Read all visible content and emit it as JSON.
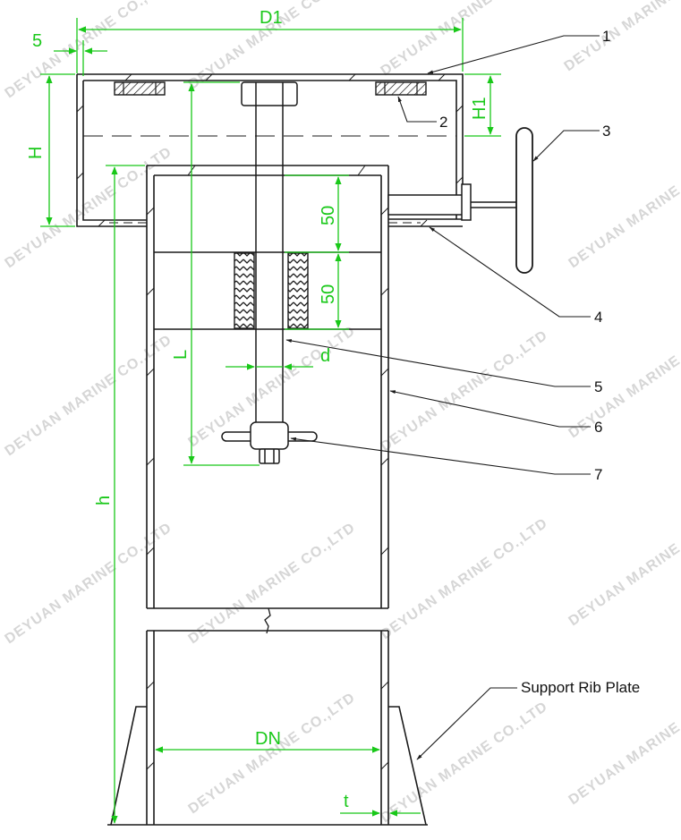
{
  "watermark": "DEYUAN MARINE CO.,LTD",
  "colors": {
    "outline": "#1a1a1a",
    "dimension": "#19c819",
    "watermark": "#d6d6d6"
  },
  "dimensions": {
    "d1": "D1",
    "five": "5",
    "h_cap": "H",
    "h1": "H1",
    "fifty_top": "50",
    "fifty_bottom": "50",
    "l": "L",
    "d": "d",
    "h_pipe": "h",
    "dn": "DN",
    "t": "t"
  },
  "callouts": [
    "1",
    "2",
    "3",
    "4",
    "5",
    "6",
    "7"
  ],
  "support_label": "Support Rib Plate"
}
